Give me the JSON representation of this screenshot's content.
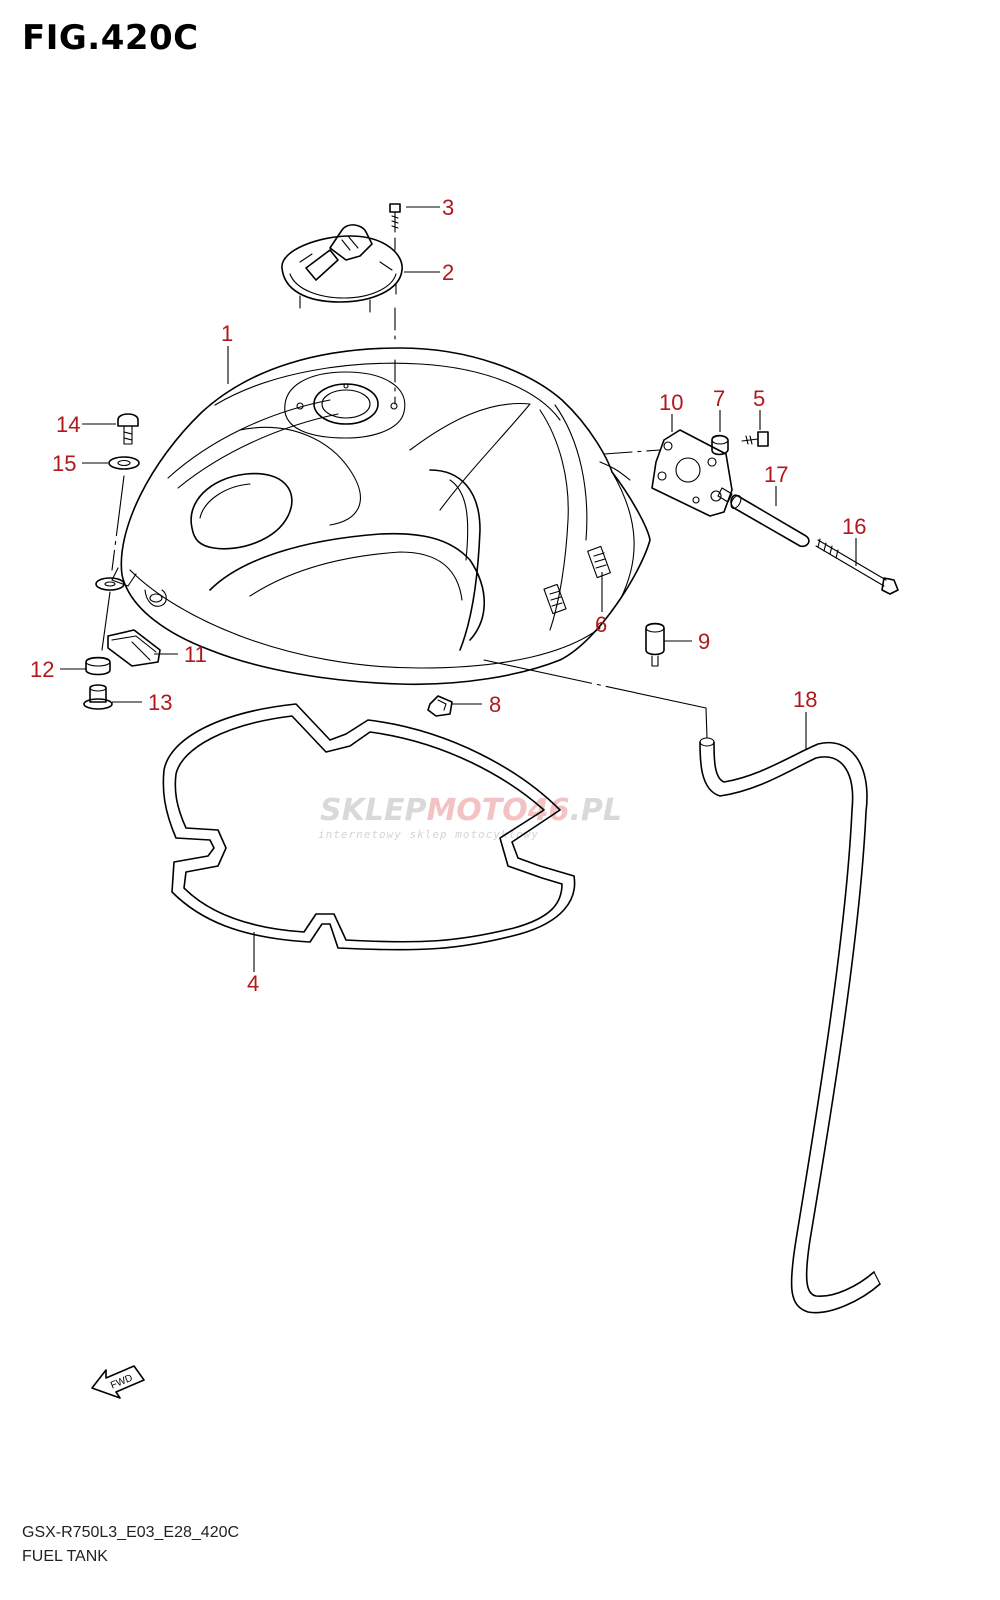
{
  "figure": {
    "title": "FIG.420C",
    "model_code": "GSX-R750L3_E03_E28_420C",
    "section_name": "FUEL TANK"
  },
  "watermark": {
    "main": "SKLEP",
    "accent": "MOTO46",
    "suffix": ".PL",
    "subtitle": "internetowy sklep motocyklowy"
  },
  "direction_marker": {
    "icon": "fwd-arrow-icon",
    "label": "FWD"
  },
  "callouts": [
    {
      "id": "1",
      "label": "1",
      "part": "fuel-tank"
    },
    {
      "id": "2",
      "label": "2",
      "part": "fuel-cap-assembly"
    },
    {
      "id": "3",
      "label": "3",
      "part": "cap-screw"
    },
    {
      "id": "4",
      "label": "4",
      "part": "tank-seal"
    },
    {
      "id": "5",
      "label": "5",
      "part": "bracket-bolt"
    },
    {
      "id": "6",
      "label": "6",
      "part": "tank-cushion"
    },
    {
      "id": "7",
      "label": "7",
      "part": "bracket-cushion"
    },
    {
      "id": "8",
      "label": "8",
      "part": "clip"
    },
    {
      "id": "9",
      "label": "9",
      "part": "rubber-mount"
    },
    {
      "id": "10",
      "label": "10",
      "part": "rear-bracket"
    },
    {
      "id": "11",
      "label": "11",
      "part": "front-cushion"
    },
    {
      "id": "12",
      "label": "12",
      "part": "washer"
    },
    {
      "id": "13",
      "label": "13",
      "part": "collar"
    },
    {
      "id": "14",
      "label": "14",
      "part": "front-bolt"
    },
    {
      "id": "15",
      "label": "15",
      "part": "front-washer"
    },
    {
      "id": "16",
      "label": "16",
      "part": "mounting-bolt"
    },
    {
      "id": "17",
      "label": "17",
      "part": "spacer-collar"
    },
    {
      "id": "18",
      "label": "18",
      "part": "drain-hose"
    }
  ],
  "colors": {
    "callout": "#b0181c",
    "line": "#000000"
  }
}
